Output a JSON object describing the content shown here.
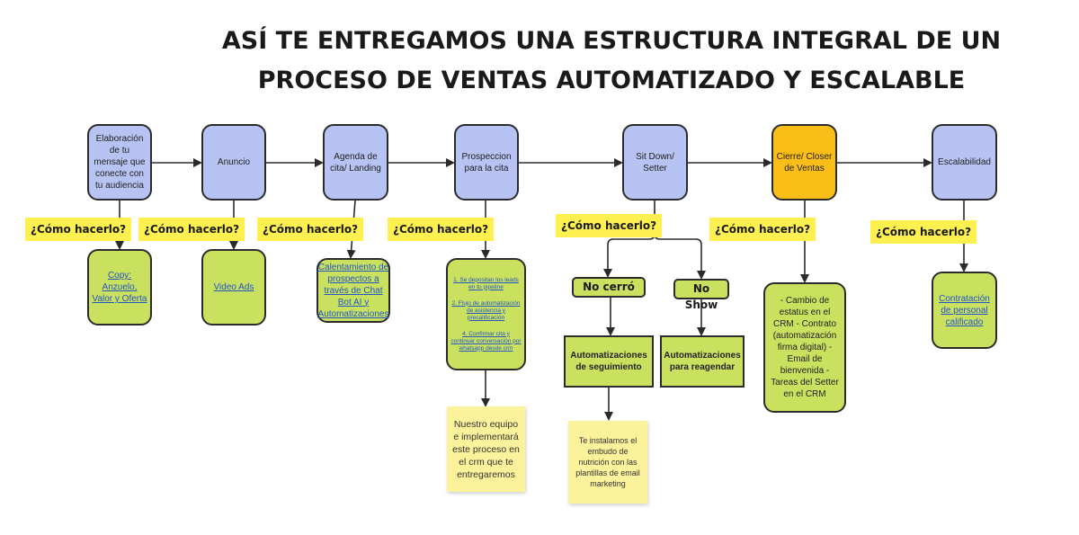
{
  "title": {
    "line1": "ASÍ TE ENTREGAMOS UNA ESTRUCTURA INTEGRAL DE UN",
    "line2": "PROCESO DE VENTAS AUTOMATIZADO Y ESCALABLE"
  },
  "steps": [
    {
      "label": "Elaboración de tu mensaje que conecte con tu audiencia"
    },
    {
      "label": "Anuncio"
    },
    {
      "label": "Agenda de cita/ Landing"
    },
    {
      "label": "Prospeccion para la cita"
    },
    {
      "label": "Sit Down/ Setter"
    },
    {
      "label": "Cierre/ Closer de Ventas"
    },
    {
      "label": "Escalabilidad"
    }
  ],
  "how_label": "¿Cómo hacerlo?",
  "details": {
    "copy": "Copy: Anzuelo, Valor y Oferta",
    "video_ads": "Video Ads",
    "calentamiento": "Calentamiento de prospectos a través de Chat Bot AI y Automatizaciones",
    "prospeccion_items": [
      "1. Se depositan los leads en tu pipeline",
      "2. Flujo de automatización de asistencia y precalificación",
      "4. Confirmar cita y continuar conversación por whatsapp desde crm"
    ],
    "cierre": "- Cambio de estatus en el CRM - Contrato (automatización firma digital) - Email de bienvenida - Tareas del Setter en el CRM",
    "contratacion": "Contratación de personal calificado"
  },
  "branches": {
    "no_cerro": "No cerró",
    "no_show": "No Show",
    "auto_seguimiento": "Automatizaciones de seguimiento",
    "auto_reagendar": "Automatizaciones para reagendar"
  },
  "notes": {
    "equipo": "Nuestro equipo e implementará este proceso en el crm que te entregaremos",
    "embudo": "Te instalamos el embudo de nutrición con las plantillas de email marketing"
  },
  "colors": {
    "step_blue": "#b7c3f2",
    "closer_orange": "#fbbd17",
    "detail_green": "#c9e15f",
    "tag_yellow": "#fdf04f",
    "sticky_yellow": "#fbf29b",
    "link_blue": "#2355c7"
  }
}
